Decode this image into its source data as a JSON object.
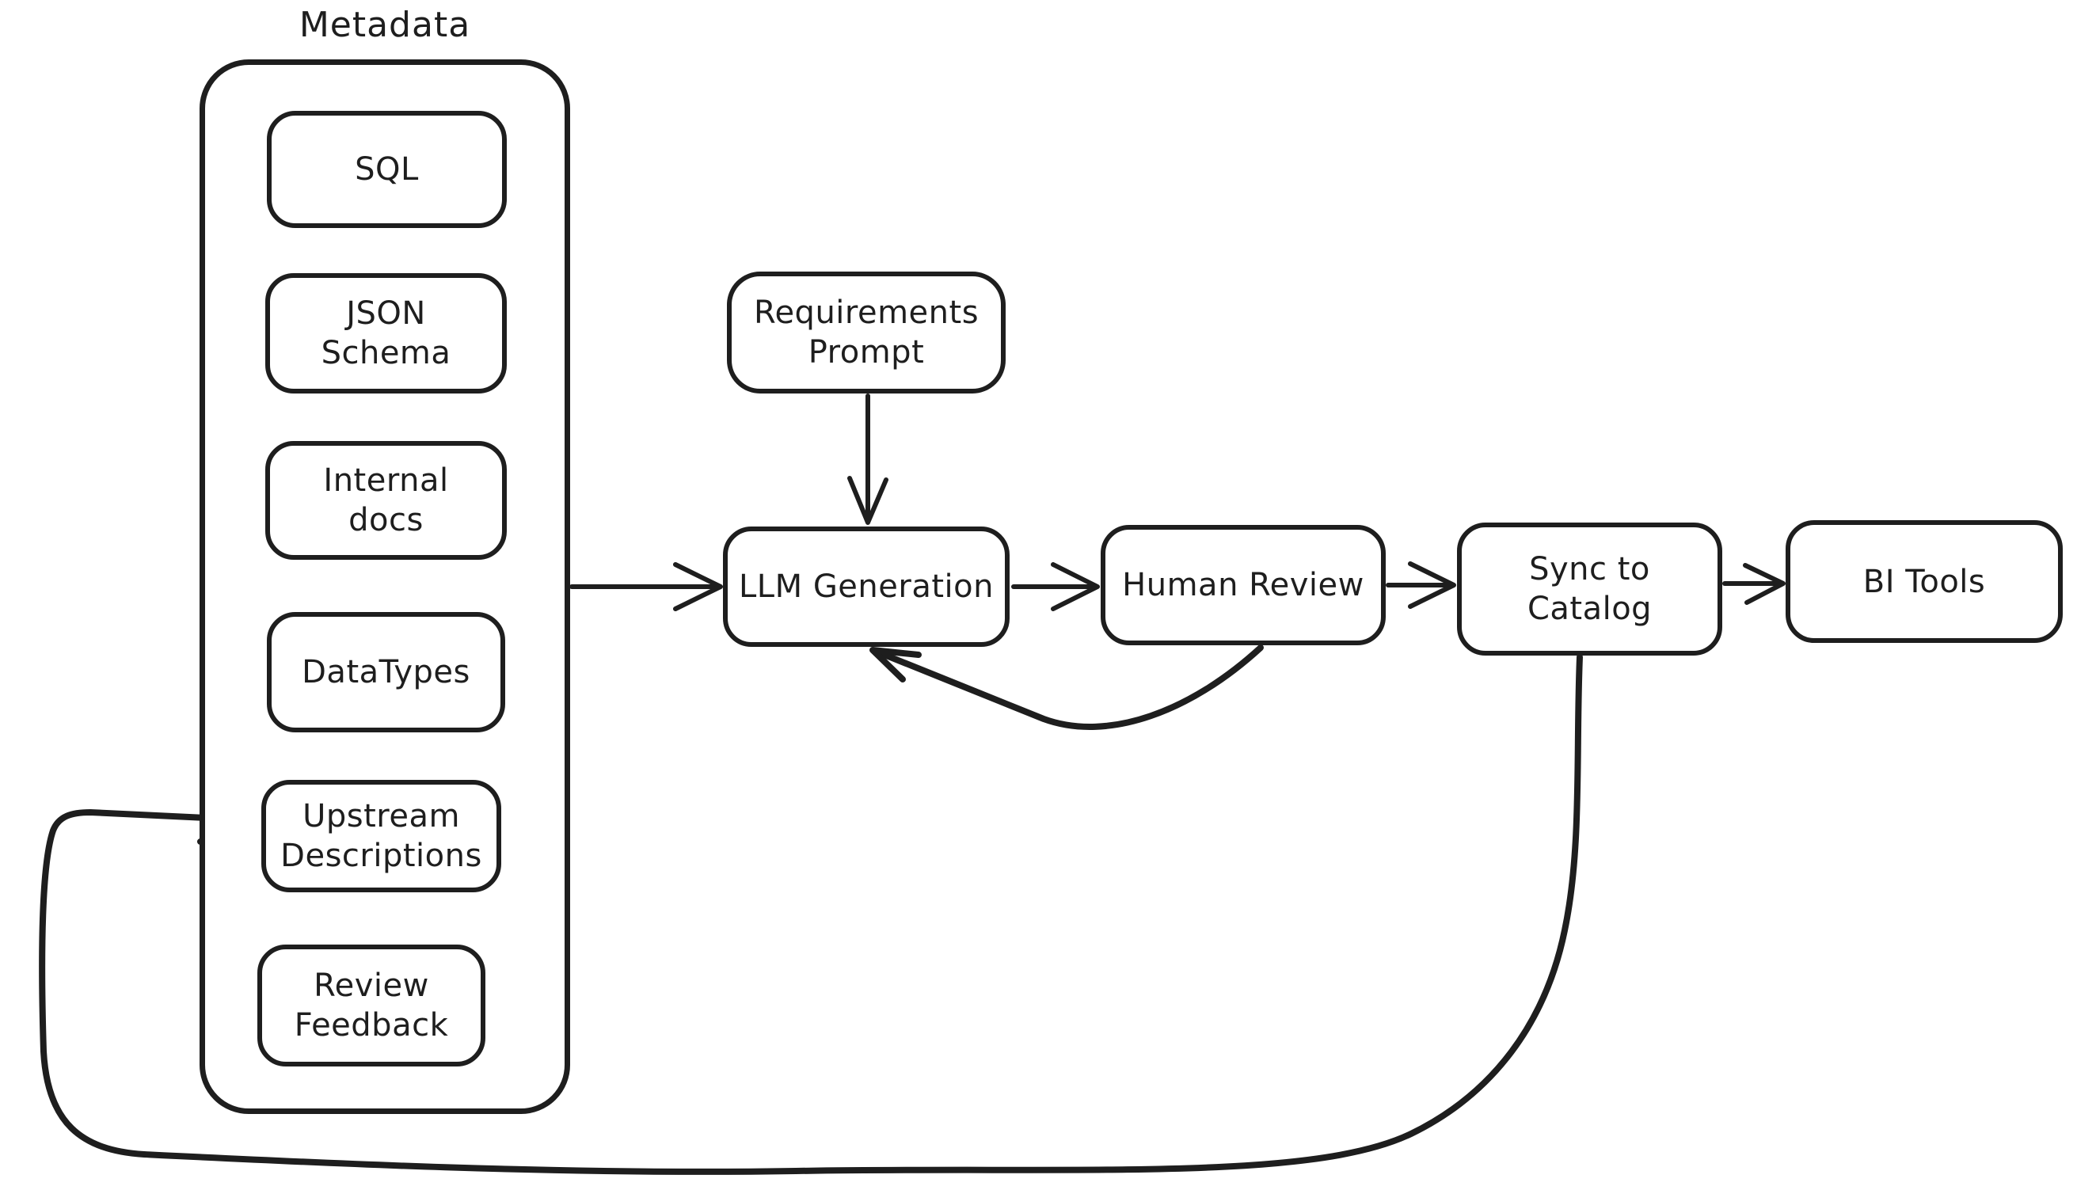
{
  "diagram": {
    "colors": {
      "stroke": "#1e1e1e",
      "background": "#ffffff"
    },
    "metadata_group": {
      "label": "Metadata",
      "items": [
        "SQL",
        "JSON Schema",
        "Internal docs",
        "DataTypes",
        "Upstream Descriptions",
        "Review Feedback"
      ]
    },
    "nodes": {
      "requirements_prompt": "Requirements Prompt",
      "llm_generation": "LLM Generation",
      "human_review": "Human Review",
      "sync_to_catalog": "Sync to Catalog",
      "bi_tools": "BI Tools"
    },
    "edges": [
      {
        "from": "metadata",
        "to": "llm_generation"
      },
      {
        "from": "requirements_prompt",
        "to": "llm_generation"
      },
      {
        "from": "llm_generation",
        "to": "human_review"
      },
      {
        "from": "human_review",
        "to": "sync_to_catalog"
      },
      {
        "from": "sync_to_catalog",
        "to": "bi_tools"
      },
      {
        "from": "human_review",
        "to": "llm_generation",
        "style": "feedback-curve"
      },
      {
        "from": "sync_to_catalog",
        "to": "upstream_descriptions",
        "style": "long-loop"
      }
    ]
  }
}
